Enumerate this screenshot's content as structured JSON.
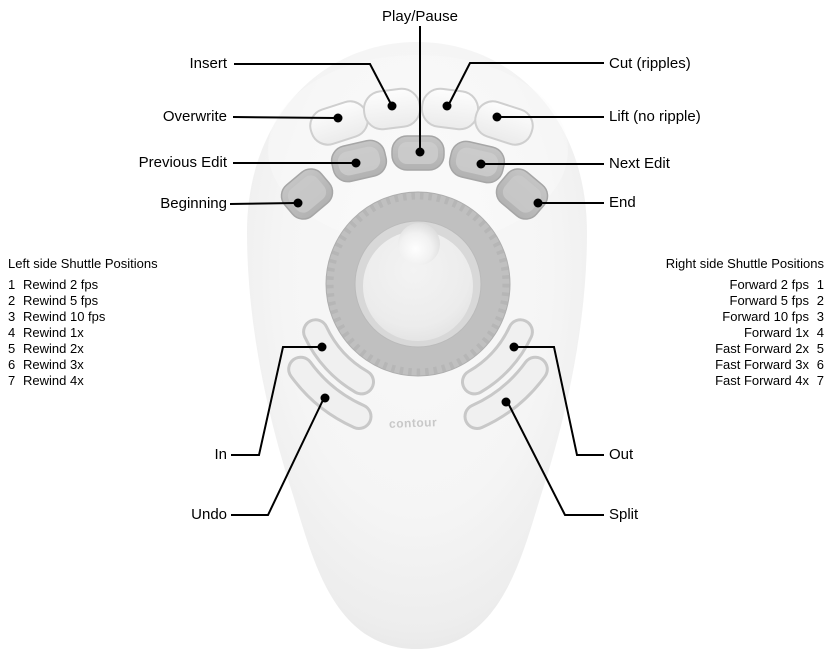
{
  "illustration": {
    "logo_text": "contour"
  },
  "callouts": {
    "play_pause": "Play/Pause",
    "insert": "Insert",
    "overwrite": "Overwrite",
    "previous_edit": "Previous Edit",
    "beginning": "Beginning",
    "cut": "Cut (ripples)",
    "lift": "Lift (no ripple)",
    "next_edit": "Next Edit",
    "end": "End",
    "in": "In",
    "undo": "Undo",
    "out": "Out",
    "split": "Split"
  },
  "left_shuttle": {
    "title": "Left side Shuttle Positions",
    "items": [
      {
        "num": "1",
        "label": "Rewind 2 fps"
      },
      {
        "num": "2",
        "label": "Rewind 5 fps"
      },
      {
        "num": "3",
        "label": "Rewind 10 fps"
      },
      {
        "num": "4",
        "label": "Rewind 1x"
      },
      {
        "num": "5",
        "label": "Rewind 2x"
      },
      {
        "num": "6",
        "label": "Rewind 3x"
      },
      {
        "num": "7",
        "label": "Rewind 4x"
      }
    ]
  },
  "right_shuttle": {
    "title": "Right side Shuttle Positions",
    "items": [
      {
        "label": "Forward 2 fps",
        "num": "1"
      },
      {
        "label": "Forward 5 fps",
        "num": "2"
      },
      {
        "label": "Forward 10 fps",
        "num": "3"
      },
      {
        "label": "Forward 1x",
        "num": "4"
      },
      {
        "label": "Fast Forward 2x",
        "num": "5"
      },
      {
        "label": "Fast Forward 3x",
        "num": "6"
      },
      {
        "label": "Fast Forward 4x",
        "num": "7"
      }
    ]
  }
}
